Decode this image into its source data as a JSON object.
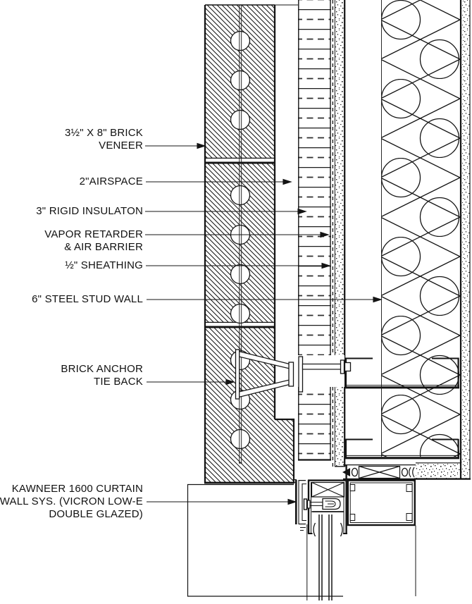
{
  "drawing": {
    "kind": "architectural wall section detail",
    "colors": {
      "background": "#ffffff",
      "ink": "#141414"
    }
  },
  "callouts": [
    {
      "id": "brick-veneer",
      "lines": [
        "3½\" X 8\" BRICK",
        "VENEER"
      ]
    },
    {
      "id": "airspace",
      "lines": [
        "2\"AIRSPACE"
      ]
    },
    {
      "id": "rigid-insulation",
      "lines": [
        "3\" RIGID INSULATON"
      ]
    },
    {
      "id": "vapor-retarder",
      "lines": [
        "VAPOR RETARDER",
        "& AIR BARRIER"
      ]
    },
    {
      "id": "sheathing",
      "lines": [
        "½\" SHEATHING"
      ]
    },
    {
      "id": "steel-stud-wall",
      "lines": [
        "6\" STEEL STUD WALL"
      ]
    },
    {
      "id": "brick-anchor",
      "lines": [
        "BRICK ANCHOR",
        "TIE BACK"
      ]
    },
    {
      "id": "curtain-wall",
      "lines": [
        "KAWNEER 1600 CURTAIN",
        "WALL SYS. (VICRON LOW-E",
        "DOUBLE GLAZED)"
      ]
    }
  ]
}
